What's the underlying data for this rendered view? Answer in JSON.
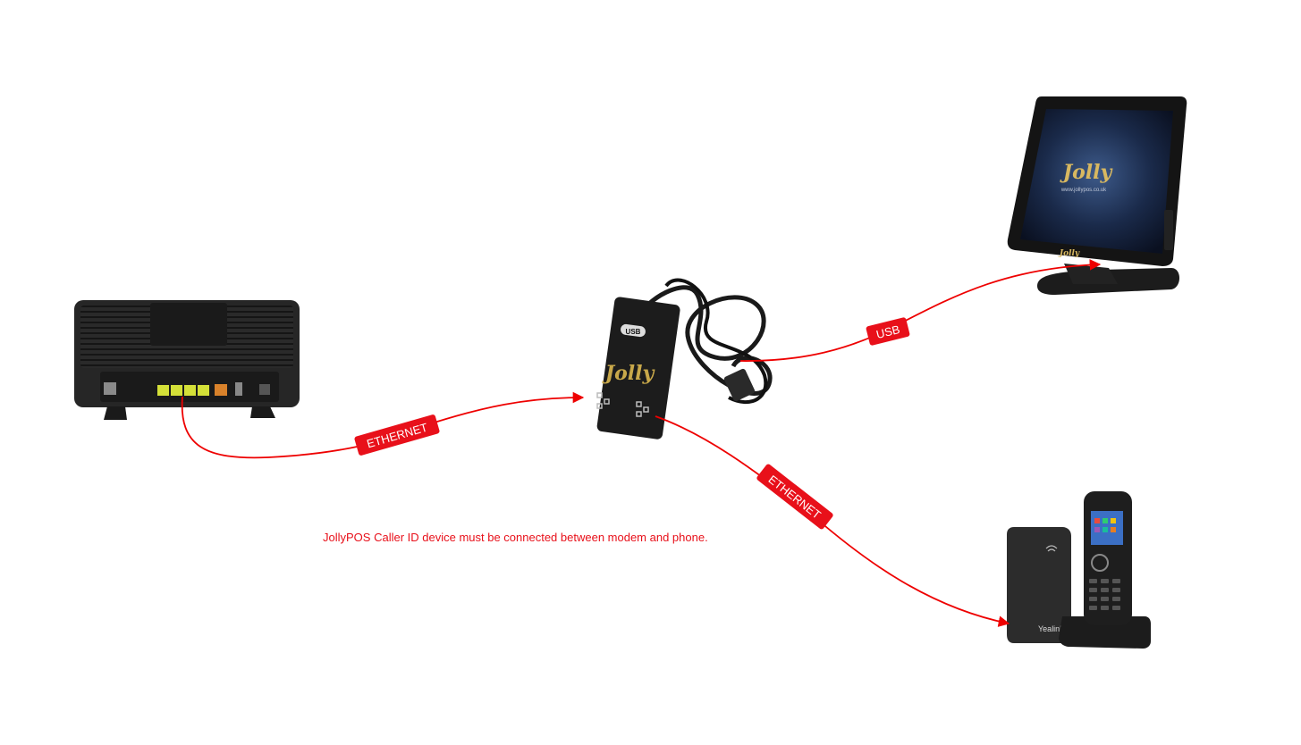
{
  "colors": {
    "cable": "#ee0000",
    "label_bg": "#e8101a",
    "label_text": "#ffffff",
    "note_text": "#e8101a",
    "device_dark": "#1e1e1e",
    "ethernet_port": "#d4e038",
    "orange_port": "#d9822b"
  },
  "labels": {
    "ethernet_left": "ETHERNET",
    "usb": "USB",
    "ethernet_right": "ETHERNET"
  },
  "device_text": {
    "callerid_usb": "USB",
    "callerid_logo": "Jolly",
    "monitor_logo": "Jolly",
    "monitor_url": "www.jollypos.co.uk",
    "monitor_bezel_logo": "Jolly",
    "base_brand": "Yealink"
  },
  "note": "JollyPOS Caller ID device must be connected between modem and phone."
}
